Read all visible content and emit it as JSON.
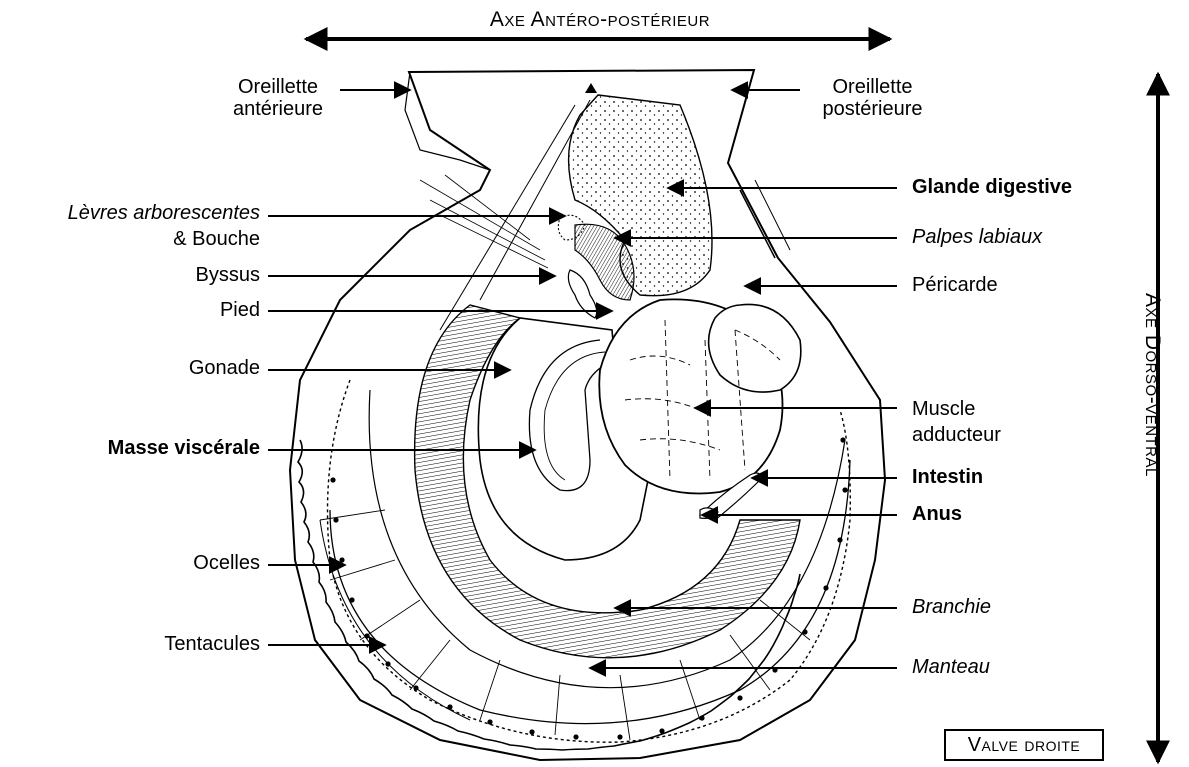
{
  "axes": {
    "antero_posterior": "Axe Antéro-postérieur",
    "dorso_ventral": "Axe Dorso-ventral"
  },
  "valve_label": "Valve droite",
  "labels_left": {
    "oreillette_anterieure_1": "Oreillette",
    "oreillette_anterieure_2": "antérieure",
    "levres_1": "Lèvres arborescentes",
    "levres_2_amp": "& ",
    "levres_2_bouche": "Bouche",
    "byssus": "Byssus",
    "pied": "Pied",
    "gonade": "Gonade",
    "masse_viscerale": "Masse viscérale",
    "ocelles": "Ocelles",
    "tentacules": "Tentacules"
  },
  "labels_right": {
    "oreillette_posterieure_1": "Oreillette",
    "oreillette_posterieure_2": "postérieure",
    "glande_digestive": "Glande digestive",
    "palpes_labiaux": "Palpes labiaux",
    "pericarde": "Péricarde",
    "muscle_1": "Muscle",
    "muscle_2": "adducteur",
    "intestin": "Intestin",
    "anus": "Anus",
    "branchie": "Branchie",
    "manteau": "Manteau"
  }
}
